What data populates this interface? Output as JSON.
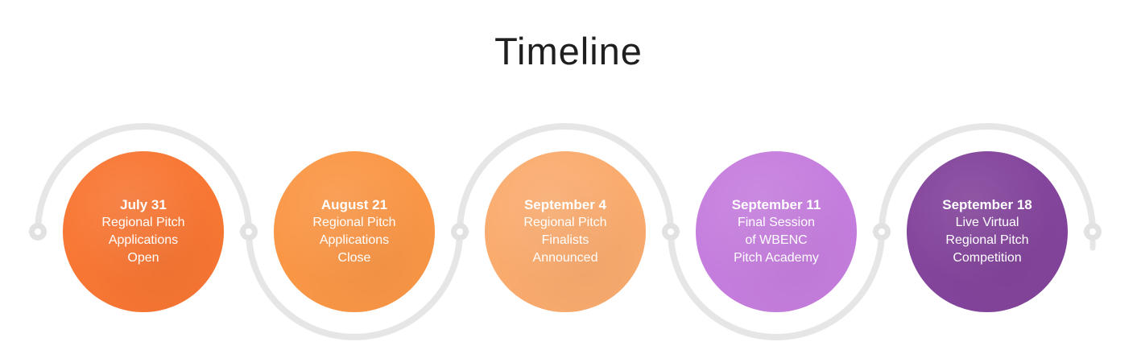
{
  "page": {
    "title": "Timeline",
    "background_color": "#FFFFFF",
    "title_color": "#1F1F1F"
  },
  "connector": {
    "line_color": "#E6E6E6",
    "node_ring_color": "#E2E2E2",
    "node_fill_color": "#FFFFFF"
  },
  "timeline": {
    "items": [
      {
        "date": "July 31",
        "lines": [
          "Regional Pitch",
          "Applications",
          "Open"
        ],
        "color": "#F87734",
        "text_color": "#FFFFFF"
      },
      {
        "date": "August 21",
        "lines": [
          "Regional Pitch",
          "Applications",
          "Close"
        ],
        "color": "#FA9747",
        "text_color": "#FFFFFF"
      },
      {
        "date": "September 4",
        "lines": [
          "Regional Pitch",
          "Finalists",
          "Announced"
        ],
        "color": "#FAAC6F",
        "text_color": "#FFFFFF"
      },
      {
        "date": "September 11",
        "lines": [
          "Final Session",
          "of WBENC",
          "Pitch Academy"
        ],
        "color": "#C67EDE",
        "text_color": "#FFFFFF"
      },
      {
        "date": "September 18",
        "lines": [
          "Live Virtual",
          "Regional Pitch",
          "Competition"
        ],
        "color": "#84459C",
        "text_color": "#FFFFFF"
      }
    ]
  }
}
